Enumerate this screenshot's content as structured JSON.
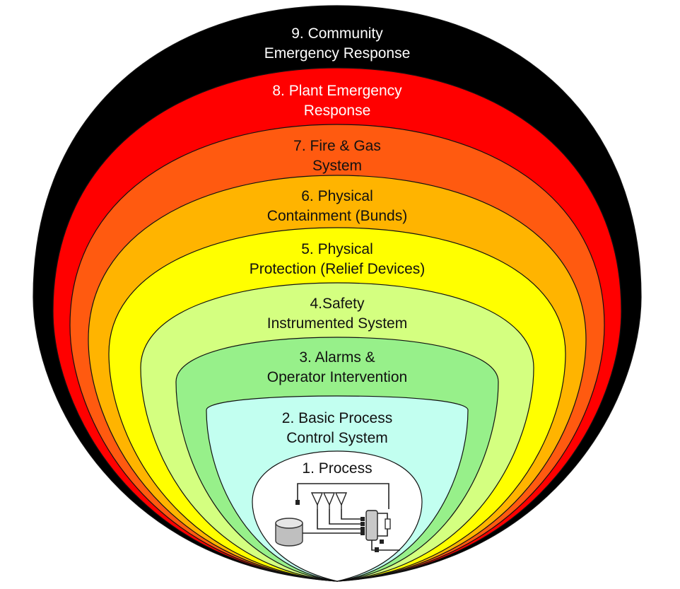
{
  "layers": [
    {
      "id": 9,
      "lines": [
        "9. Community",
        "Emergency Response"
      ],
      "fill": "#000000",
      "text_color": "#ffffff"
    },
    {
      "id": 8,
      "lines": [
        "8. Plant Emergency",
        "Response"
      ],
      "fill": "#ff0000",
      "text_color": "#ffffff"
    },
    {
      "id": 7,
      "lines": [
        "7. Fire & Gas",
        "System"
      ],
      "fill": "#ff5a10",
      "text_color": "#111111"
    },
    {
      "id": 6,
      "lines": [
        "6. Physical",
        "Containment (Bunds)"
      ],
      "fill": "#ffb400",
      "text_color": "#111111"
    },
    {
      "id": 5,
      "lines": [
        "5. Physical",
        "Protection (Relief Devices)"
      ],
      "fill": "#ffff00",
      "text_color": "#111111"
    },
    {
      "id": 4,
      "lines": [
        "4.Safety",
        "Instrumented System"
      ],
      "fill": "#d4ff80",
      "text_color": "#111111"
    },
    {
      "id": 3,
      "lines": [
        "3. Alarms &",
        "Operator Intervention"
      ],
      "fill": "#97f08a",
      "text_color": "#111111"
    },
    {
      "id": 2,
      "lines": [
        "2. Basic Process",
        "Control System"
      ],
      "fill": "#c2fff0",
      "text_color": "#111111"
    },
    {
      "id": 1,
      "lines": [
        "1. Process"
      ],
      "fill": "#ffffff",
      "text_color": "#111111"
    }
  ],
  "process_schematic_icon": "process-plant-schematic-icon"
}
